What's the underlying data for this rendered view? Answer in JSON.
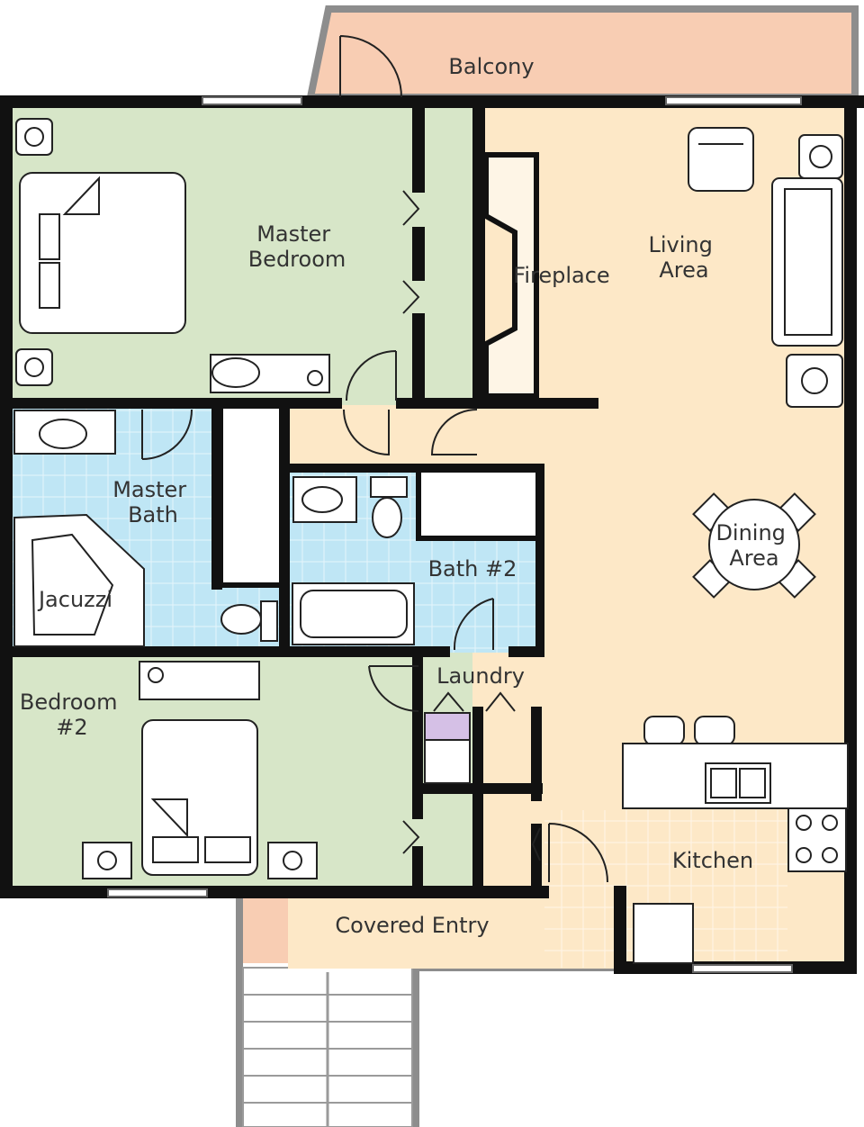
{
  "colors": {
    "bedroom": "#d7e6c8",
    "living": "#fde8c7",
    "bath": "#bfe6f5",
    "exterior": "#f8cdb3",
    "exterior_edge": "#8d8d8d",
    "laundry_fixture": "#d5c0e6"
  },
  "rooms": {
    "balcony": "Balcony",
    "master_bedroom": [
      "Master",
      "Bedroom"
    ],
    "fireplace": "Fireplace",
    "living_area": [
      "Living",
      "Area"
    ],
    "master_bath": [
      "Master",
      "Bath"
    ],
    "jacuzzi": "Jacuzzi",
    "bath_2": "Bath #2",
    "dining_area": [
      "Dining",
      "Area"
    ],
    "laundry": "Laundry",
    "bedroom_2": [
      "Bedroom",
      "#2"
    ],
    "kitchen": "Kitchen",
    "covered_entry": "Covered Entry"
  }
}
